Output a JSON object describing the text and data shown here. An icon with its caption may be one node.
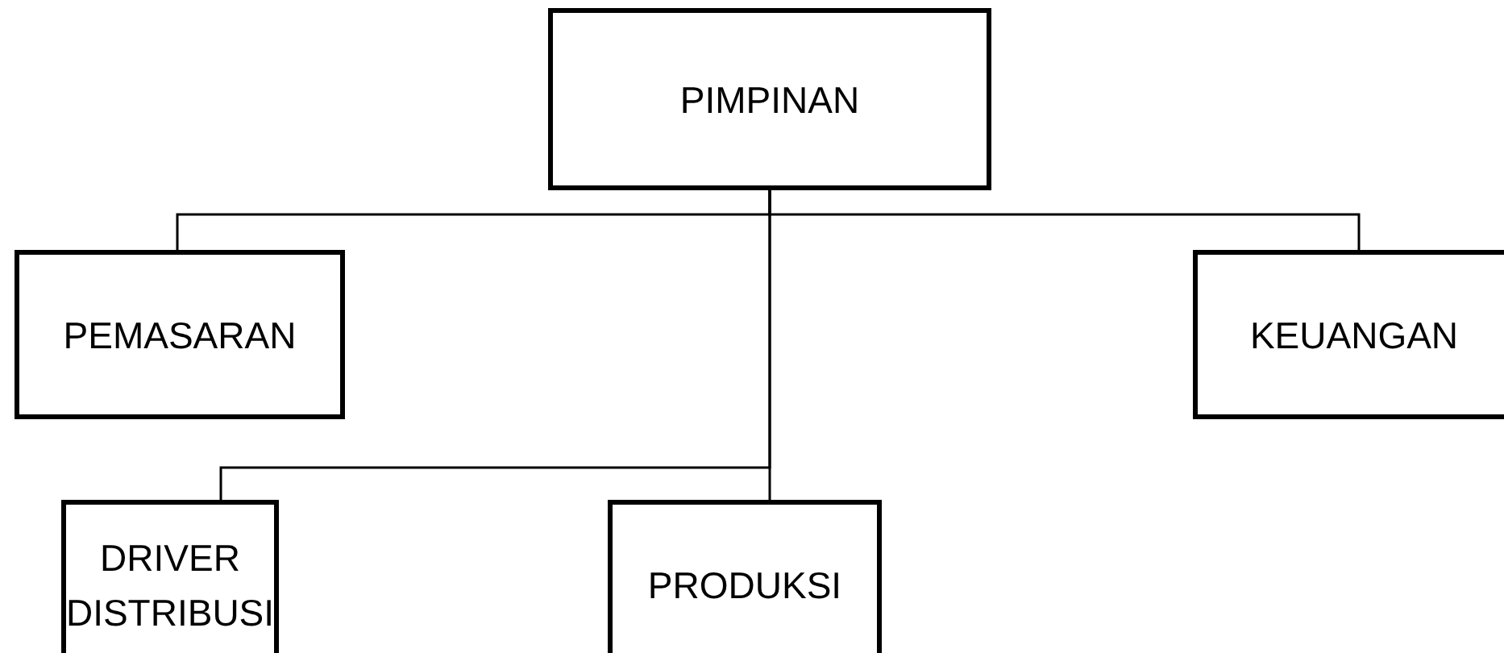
{
  "diagram": {
    "nodes": [
      {
        "text": [
          "PIMPINAN"
        ]
      },
      {
        "text": [
          "PEMASARAN"
        ]
      },
      {
        "text": [
          "KEUANGAN"
        ]
      },
      {
        "text": [
          "DRIVER DISTRIBUSI"
        ]
      },
      {
        "text": [
          "PRODUKSI"
        ]
      }
    ],
    "edges": [
      {
        "from": 0,
        "to": 1,
        "arrow": "none"
      },
      {
        "from": 0,
        "to": 2,
        "arrow": "none"
      },
      {
        "from": 0,
        "to": 3,
        "arrow": "none"
      },
      {
        "from": 0,
        "to": 4,
        "arrow": "none"
      }
    ]
  }
}
